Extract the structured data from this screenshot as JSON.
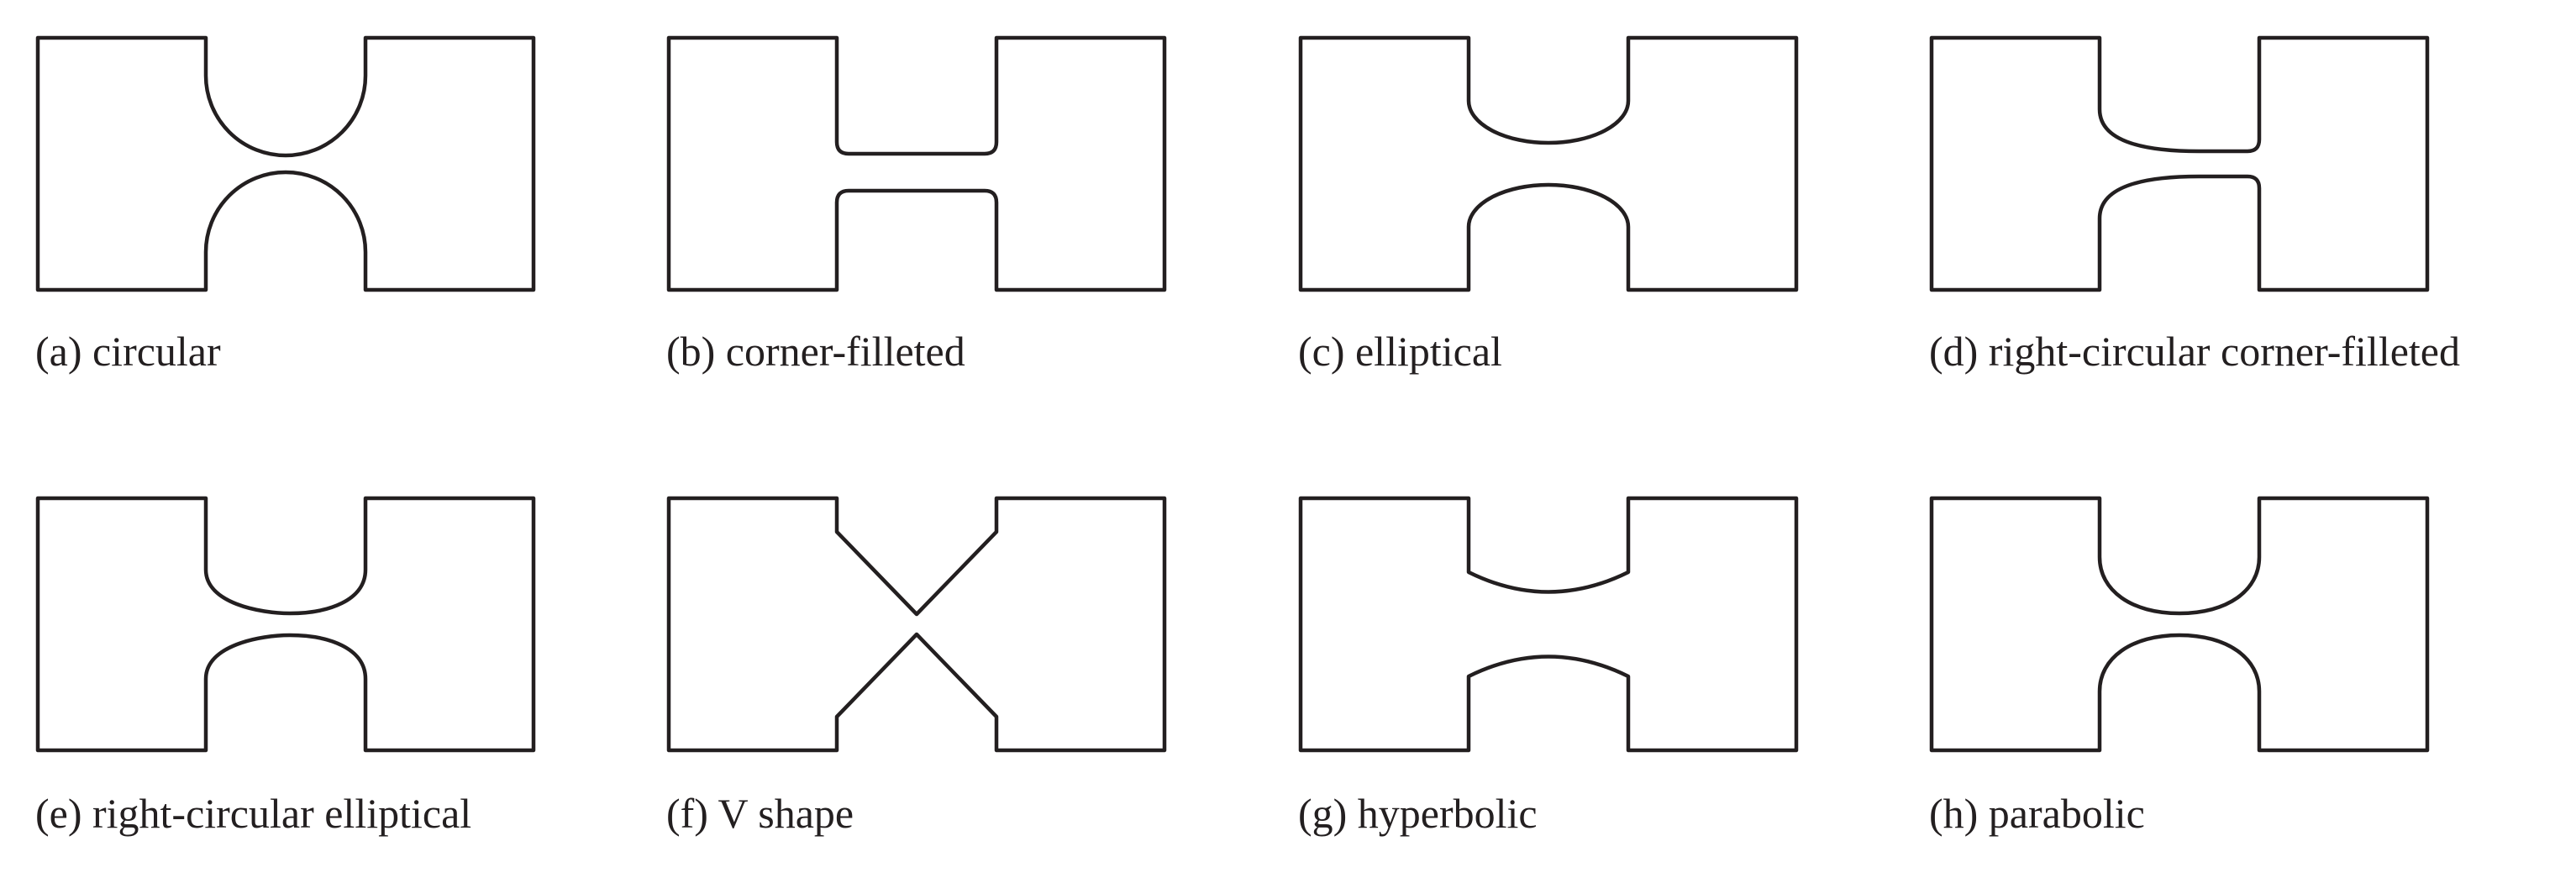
{
  "figure": {
    "panels": [
      {
        "id": "a",
        "caption": "(a) circular"
      },
      {
        "id": "b",
        "caption": "(b) corner-filleted"
      },
      {
        "id": "c",
        "caption": "(c) elliptical"
      },
      {
        "id": "d",
        "caption": "(d) right-circular corner-filleted"
      },
      {
        "id": "e",
        "caption": "(e) right-circular elliptical"
      },
      {
        "id": "f",
        "caption": "(f) V shape"
      },
      {
        "id": "g",
        "caption": "(g) hyperbolic"
      },
      {
        "id": "h",
        "caption": "(h) parabolic"
      }
    ],
    "stroke_color": "#231f20"
  }
}
